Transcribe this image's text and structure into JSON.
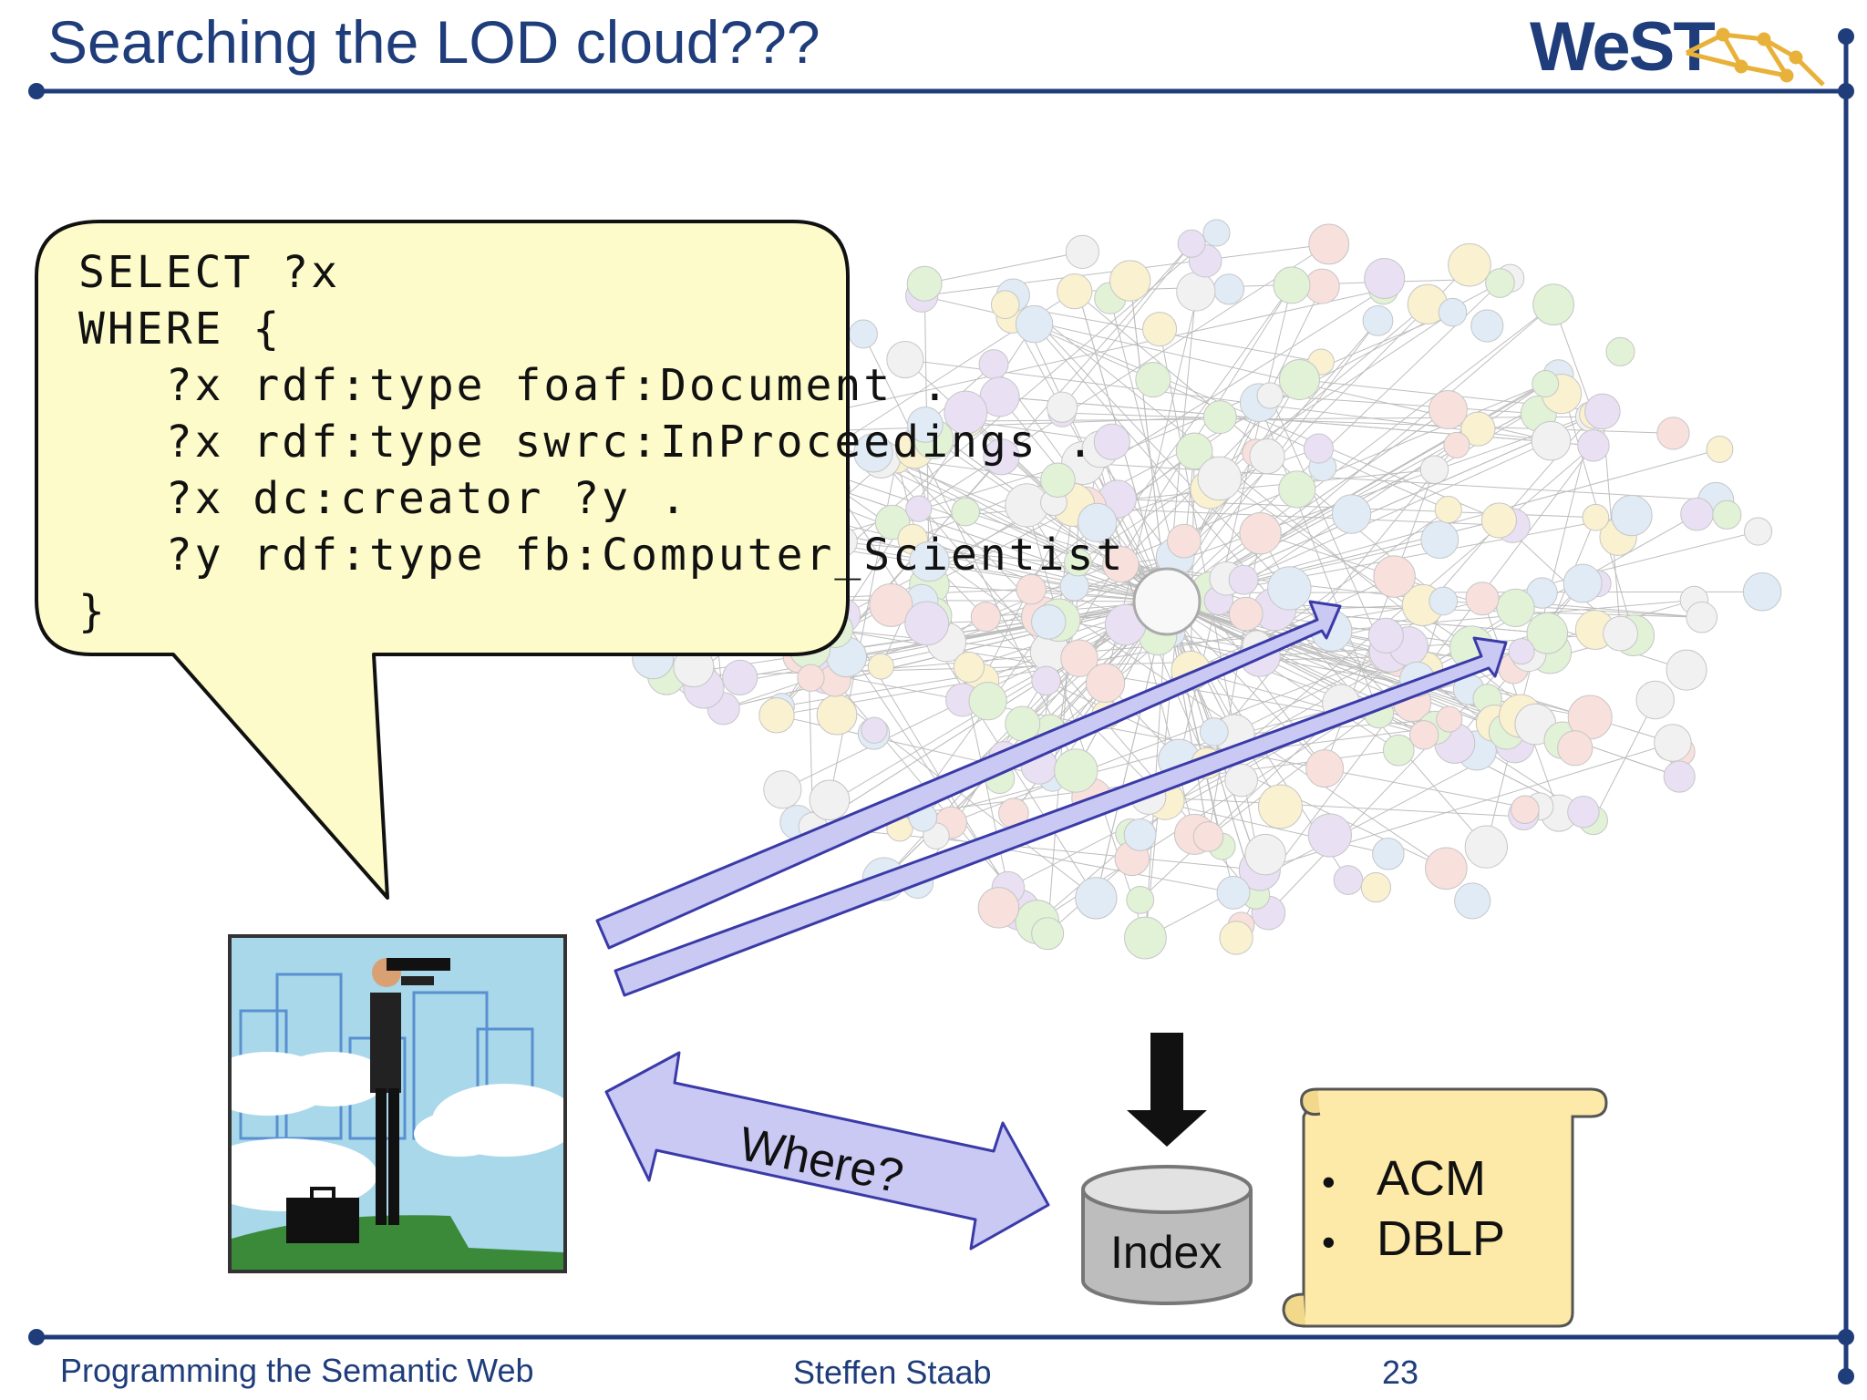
{
  "slide": {
    "title": "Searching the LOD cloud???",
    "logo": "WeST",
    "query_lines": [
      "SELECT ?x",
      "WHERE {",
      "   ?x rdf:type foaf:Document .",
      "   ?x rdf:type swrc:InProceedings .",
      "   ?x dc:creator ?y .",
      "   ?y rdf:type fb:Computer_Scientist",
      "}"
    ],
    "where_label": "Where?",
    "index_label": "Index",
    "sources": [
      "ACM",
      "DBLP"
    ]
  },
  "footer": {
    "course": "Programming the Semantic Web",
    "author": "Steffen Staab",
    "page": "23"
  },
  "colors": {
    "accent_blue": "#1f3d7a",
    "bubble_fill": "#fdfbc9",
    "arrow_fill": "#c9c9f4",
    "arrow_stroke": "#3a3aa8",
    "scroll_fill": "#fde9a8"
  }
}
